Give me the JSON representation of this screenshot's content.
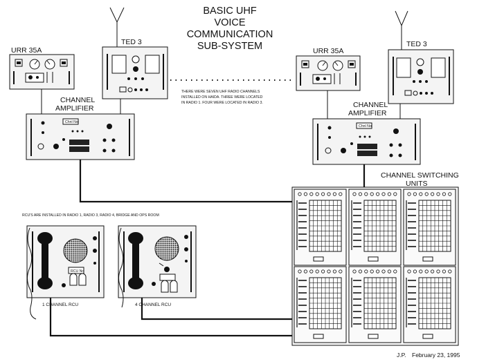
{
  "title": {
    "line1": "BASIC UHF",
    "line2": "VOICE",
    "line3": "COMMUNICATION",
    "line4": "SUB-SYSTEM"
  },
  "left_chain": {
    "receiver_label": "URR 35A",
    "transmitter_label": "TED 3",
    "amplifier_label_line1": "CHANNEL",
    "amplifier_label_line2": "AMPLIFIER",
    "amplifier_display": "Chnl No"
  },
  "right_chain": {
    "receiver_label": "URR 35A",
    "transmitter_label": "TED 3",
    "amplifier_label_line1": "CHANNEL",
    "amplifier_label_line2": "AMPLIFIER",
    "amplifier_display": "Chnl No"
  },
  "note": {
    "line1": "THERE WERE SEVEN UHF RADIO CHANNELS",
    "line2": "INSTALLED ON HAIDA. THREE WERE LOCATED",
    "line3": "IN RADIO 1. FOUR WERE LOCATED IN RADIO 3."
  },
  "switching": {
    "label_line1": "CHANNEL SWITCHING",
    "label_line2": "UNITS"
  },
  "rcu": {
    "note": "RCU'S ARE INSTALLED IN RADIO 1, RADIO 3, RADIO 4, BRIDGE AND OPS ROOM",
    "left_label": "1 CHANNEL RCU",
    "right_label": "4 CHANNEL RCU",
    "left_display": "RCU No"
  },
  "signature": {
    "initials": "J.P.",
    "date": "February 23, 1995"
  },
  "colors": {
    "ink": "#111111",
    "paper": "#ffffff",
    "panel": "#f4f4f4"
  }
}
